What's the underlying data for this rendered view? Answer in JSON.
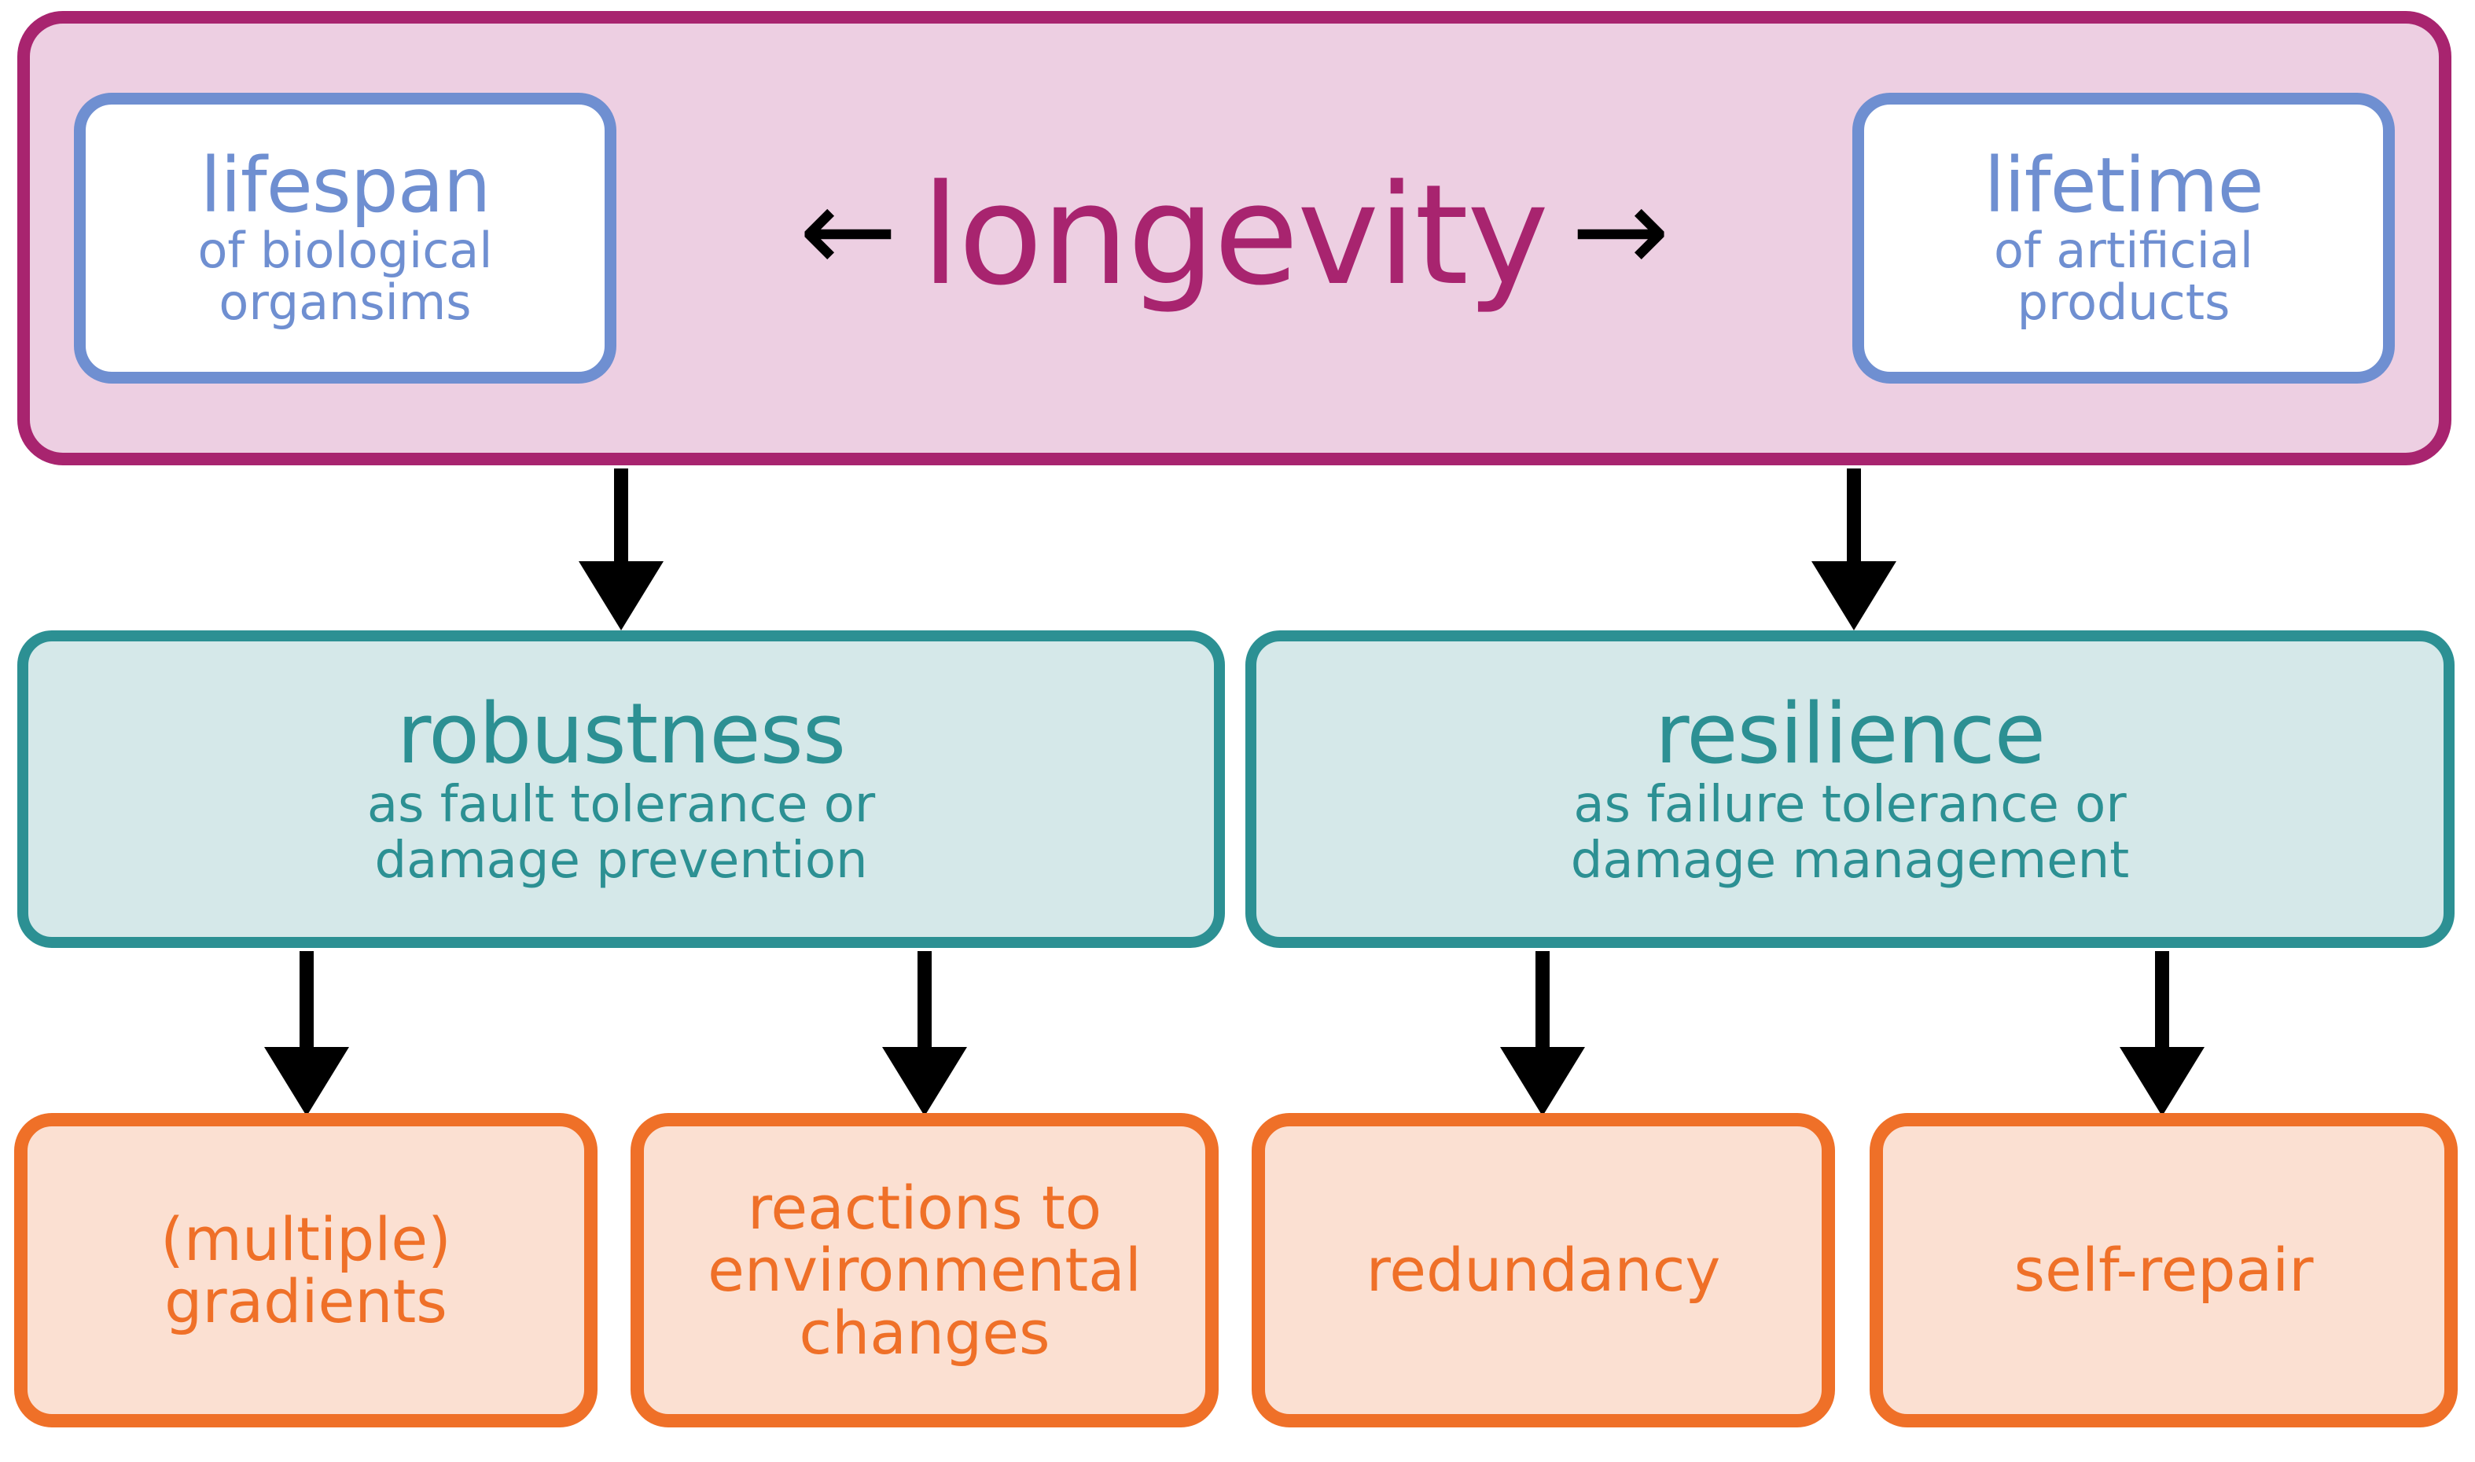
{
  "diagram": {
    "title_concept": "longevity",
    "colors": {
      "magenta_border": "#a8246f",
      "pink_fill": "#edcfe2",
      "blue_border": "#6f8fd1",
      "white_fill": "#ffffff",
      "teal_border": "#2c9093",
      "teal_fill": "#d5e8e9",
      "orange_border": "#ef7028",
      "orange_fill": "#fbe0d2",
      "arrow_black": "#000000"
    },
    "top": {
      "center_word": "longevity",
      "left_arrow": "←",
      "right_arrow": "→",
      "left_box": {
        "title": "lifespan",
        "sub_line1": "of biological",
        "sub_line2": "organsims"
      },
      "right_box": {
        "title": "lifetime",
        "sub_line1": "of artificial",
        "sub_line2": "products"
      }
    },
    "middle": [
      {
        "title": "robustness",
        "sub_line1": "as fault tolerance or",
        "sub_line2": "damage prevention"
      },
      {
        "title": "resilience",
        "sub_line1": "as failure tolerance or",
        "sub_line2": "damage management"
      }
    ],
    "leaves": [
      {
        "line1": "(multiple)",
        "line2": "gradients",
        "line3": ""
      },
      {
        "line1": "reactions to",
        "line2": "environmental",
        "line3": "changes"
      },
      {
        "line1": "redundancy",
        "line2": "",
        "line3": ""
      },
      {
        "line1": "self-repair",
        "line2": "",
        "line3": ""
      }
    ]
  }
}
